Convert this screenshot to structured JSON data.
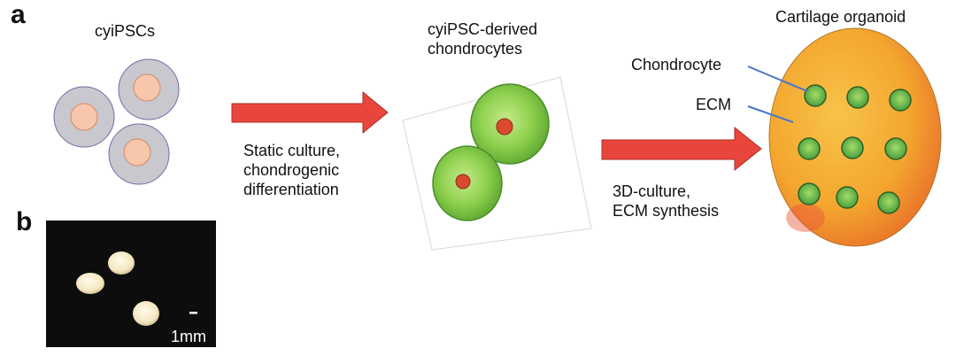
{
  "panel_a": {
    "letter": "a",
    "stage1_label": "cyiPSCs",
    "arrow1_label": [
      "Static culture,",
      "chondrogenic",
      "differentiation"
    ],
    "stage2_label": [
      "cyiPSC-derived",
      "chondrocytes"
    ],
    "arrow2_label": [
      "3D-culture,",
      "ECM synthesis"
    ],
    "stage3_label": "Cartilage organoid",
    "callout_chondrocyte": "Chondrocyte",
    "callout_ecm": "ECM"
  },
  "panel_b": {
    "letter": "b",
    "scale_bar_label": "1mm"
  },
  "colors": {
    "arrow": "#e8463c",
    "cell_outer": "#c8c8ce",
    "cell_nucleus": "#f6c7ad",
    "chondrocyte_green": "#7ac943",
    "organoid_orange": "#f3a62e",
    "callout_line": "#4a74c9",
    "photo_bg": "#0d0d0d"
  }
}
